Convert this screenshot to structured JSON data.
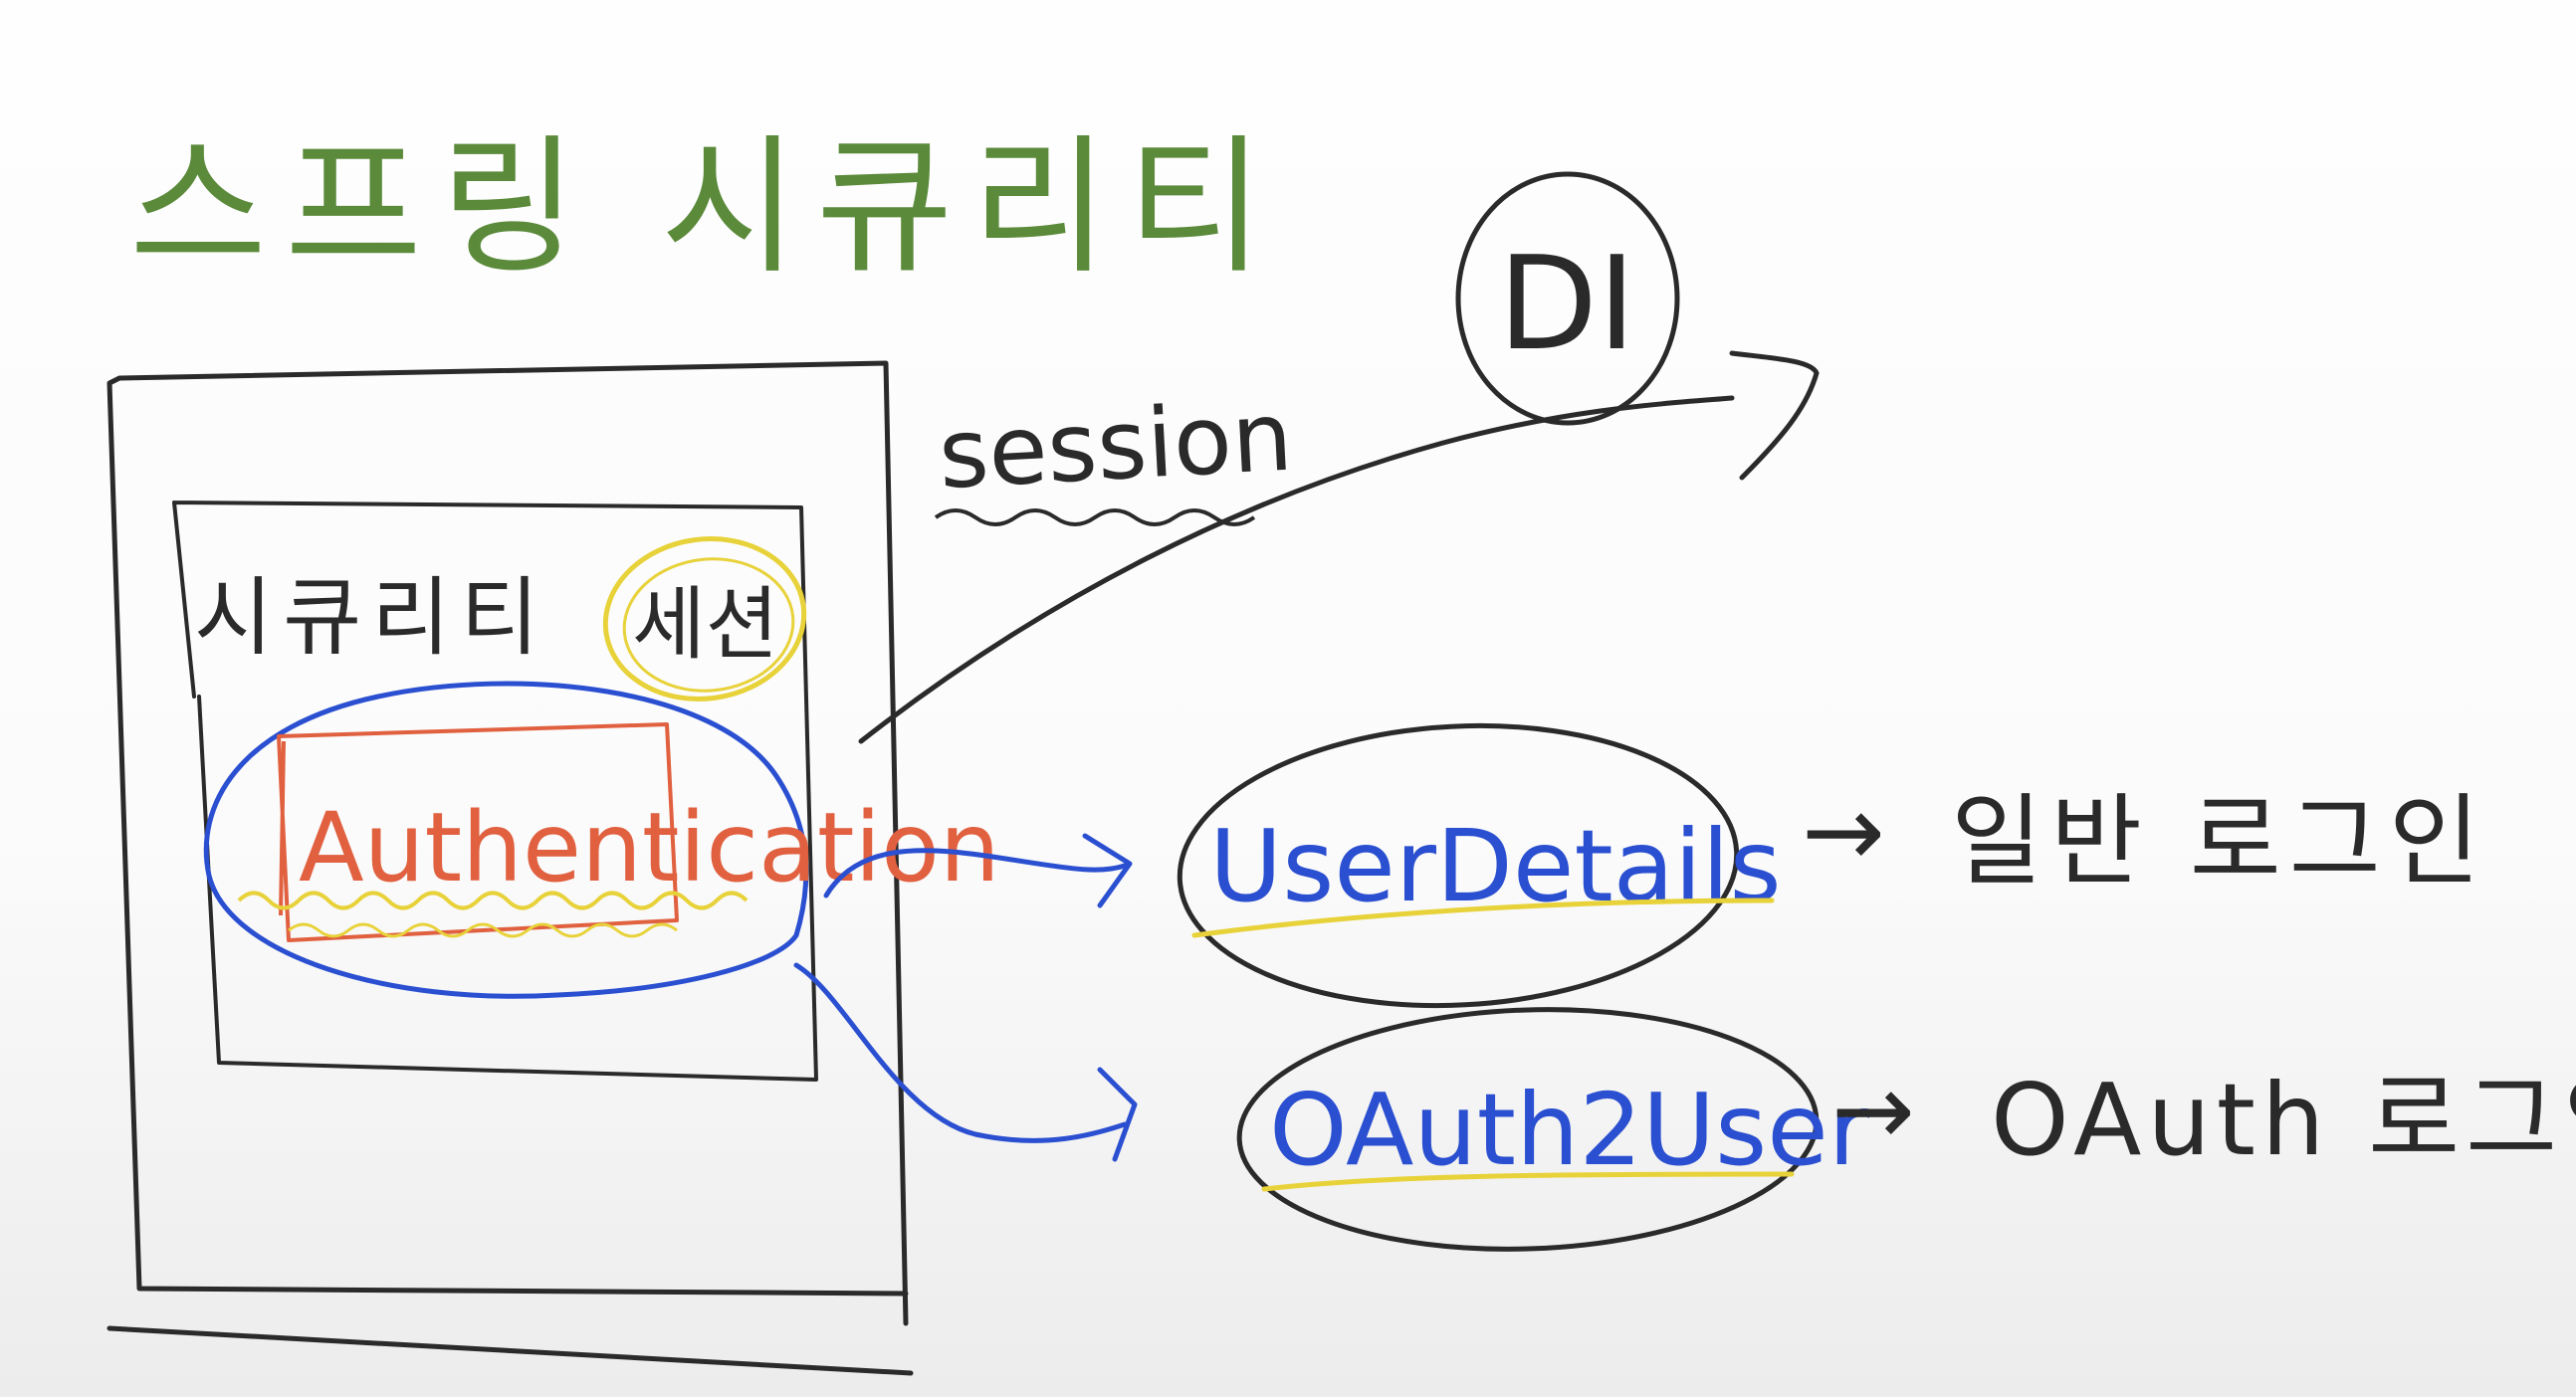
{
  "title": "스프링 시큐리티",
  "container": {
    "inner_label_prefix": "시큐리티",
    "inner_label_highlight": "세션",
    "auth_label": "Authentication"
  },
  "session_label": "session",
  "di_label": "DI",
  "user_details": {
    "label": "UserDetails",
    "arrow": "→",
    "desc": "일반 로그인"
  },
  "oauth2_user": {
    "label": "OAuth2User",
    "arrow": "→",
    "desc": "OAuth 로그인"
  },
  "colors": {
    "title_green": "#5b8a3a",
    "ink_black": "#2a2a2a",
    "blue": "#2a4fd0",
    "red": "#e0603f",
    "yellow": "#e8d23a"
  }
}
